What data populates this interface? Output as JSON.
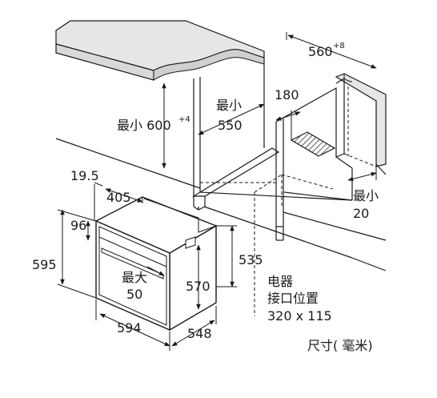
{
  "diagram": {
    "labels": {
      "depth_560": "560",
      "depth_560_tol": "+8",
      "niche_min_label": "最小",
      "niche_min_value": "550",
      "height_min_label": "最小 600",
      "height_min_tol": "+4",
      "socket_offset": "180",
      "vent_min_label": "最小",
      "vent_min_value": "20",
      "offset_19_5": "19.5",
      "width_405": "405",
      "height_96": "96",
      "height_595": "595",
      "height_535": "535",
      "height_570": "570",
      "max_label": "最大",
      "max_value": "50",
      "width_594": "594",
      "depth_548": "548",
      "socket_line1": "电器",
      "socket_line2": "接口位置",
      "socket_line3": "320 x 115",
      "unit_note": "尺寸( 毫米)"
    },
    "colors": {
      "line": "#1a1a1a",
      "countertop_fill": "#e6e6e6",
      "hatch": "#1a1a1a"
    }
  }
}
